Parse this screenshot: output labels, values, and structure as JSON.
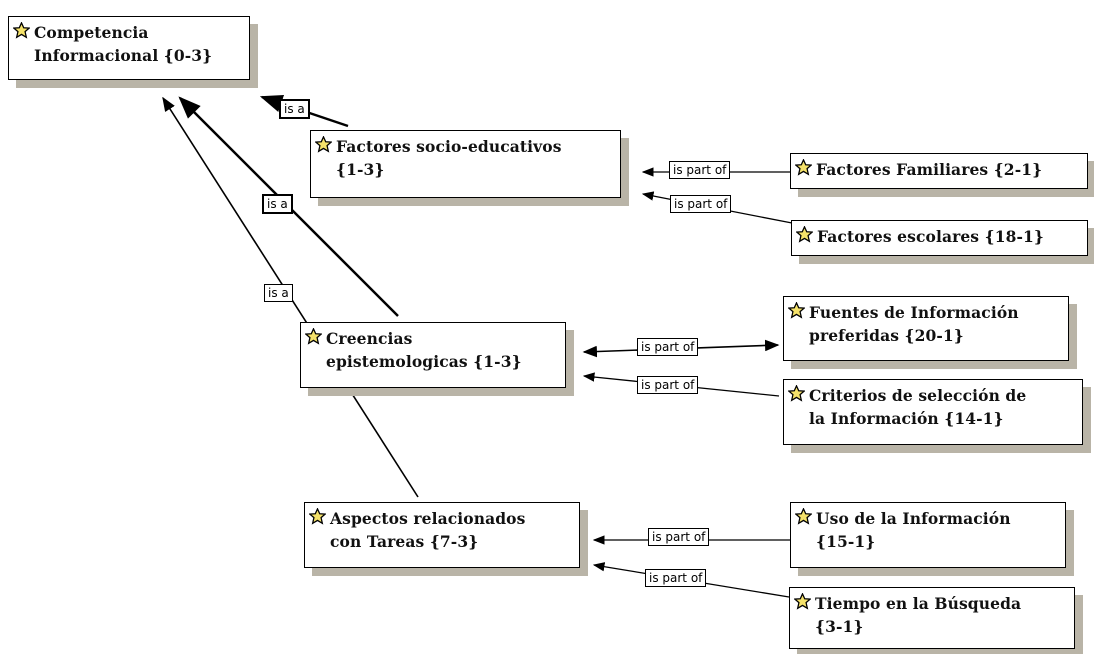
{
  "diagram": {
    "icon": "star-badge-icon",
    "colors": {
      "border": "#000000",
      "shadow": "#b9b4a7",
      "icon_fill": "#f5e26a"
    },
    "nodes": {
      "competencia": "Competencia\nInformacional {0-3}",
      "factores_socio": "Factores socio-educativos\n{1-3}",
      "factores_familiares": "Factores Familiares {2-1}",
      "factores_escolares": "Factores escolares {18-1}",
      "creencias": "Creencias\nepistemologicas {1-3}",
      "fuentes": "Fuentes de Información\npreferidas {20-1}",
      "criterios": "Criterios de selección de\nla Información {14-1}",
      "aspectos": "Aspectos relacionados\ncon Tareas {7-3}",
      "uso": "Uso de la Información\n{15-1}",
      "tiempo": "Tiempo en la Búsqueda\n{3-1}"
    },
    "edge_labels": {
      "e1": "is a",
      "e2": "is a",
      "e3": "is a",
      "e4": "is part of",
      "e5": "is part of",
      "e6": "is part of",
      "e7": "is part of",
      "e8": "is part of",
      "e9": "is part of"
    }
  }
}
